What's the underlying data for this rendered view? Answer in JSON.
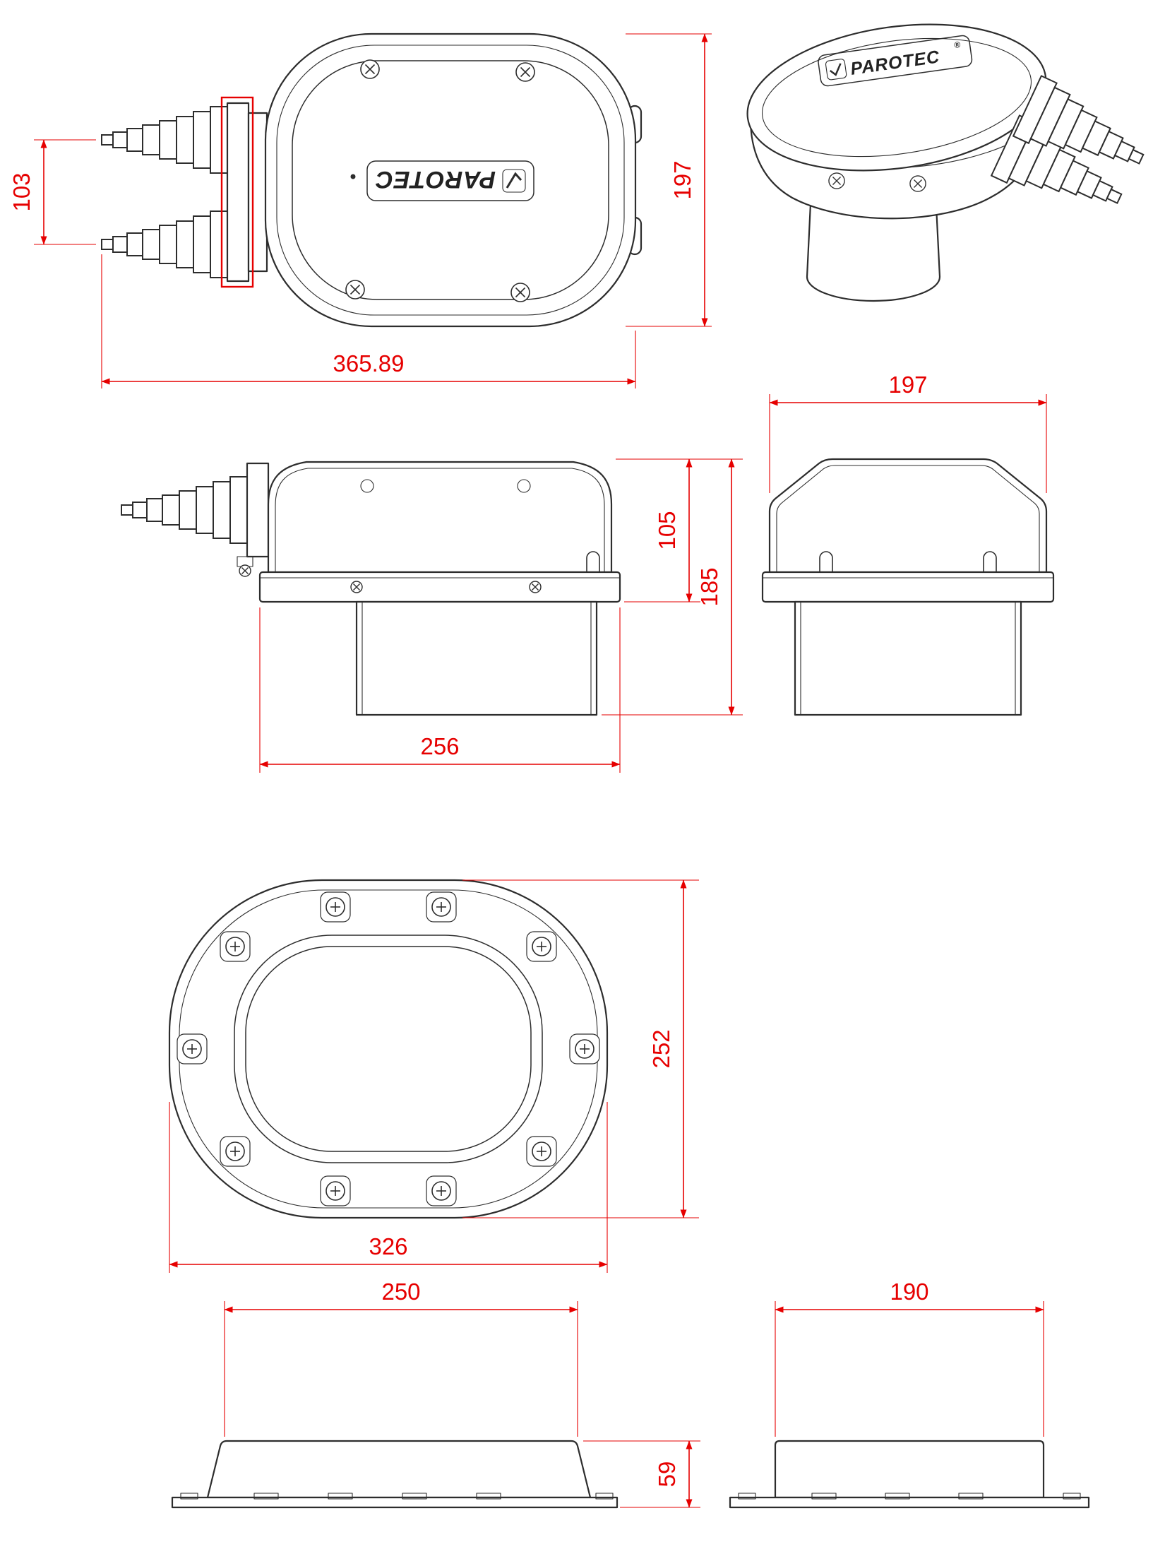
{
  "drawing": {
    "type": "technical-dimension-drawing",
    "brand": "PAROTEC"
  },
  "brand": {
    "top_view_label": "PAROTEC",
    "iso_label": "PAROTEC",
    "registered_mark": "®"
  },
  "colors": {
    "dimension_red": "#e60000",
    "line_dark": "#2d2d2d",
    "background": "#ffffff"
  },
  "dimensions": {
    "gland_spacing": "103",
    "overall_length": "365.89",
    "top_depth": "197",
    "front_width": "197",
    "lid_height": "105",
    "total_height": "185",
    "flange_length_side": "256",
    "flange_depth": "252",
    "flange_length": "326",
    "base_left_width": "250",
    "base_right_width": "190",
    "base_height": "59"
  }
}
